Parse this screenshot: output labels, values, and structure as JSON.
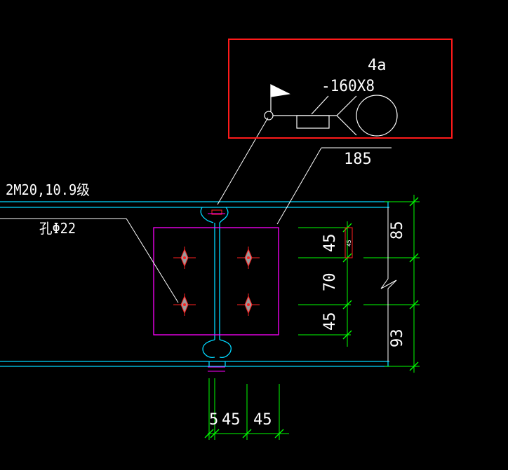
{
  "annotations": {
    "bolt_spec": "2M20,10.9级",
    "hole_spec": "孔Φ22",
    "weld_size": "4a",
    "plate_spec": "-160X8",
    "plate_length": "185",
    "small_mark": "45"
  },
  "dimensions": {
    "right_column": [
      "45",
      "70",
      "45"
    ],
    "far_right": [
      "85",
      "93"
    ],
    "bottom": [
      "5",
      "45",
      "45"
    ]
  },
  "colors": {
    "background": "#000000",
    "beam_lines": "#00d8ff",
    "plate_outline": "#ff00ff",
    "dimension_lines": "#00ff00",
    "text": "#ffffff",
    "highlight_box": "#ff1a1a",
    "bolt_mark": "#ff2020"
  }
}
